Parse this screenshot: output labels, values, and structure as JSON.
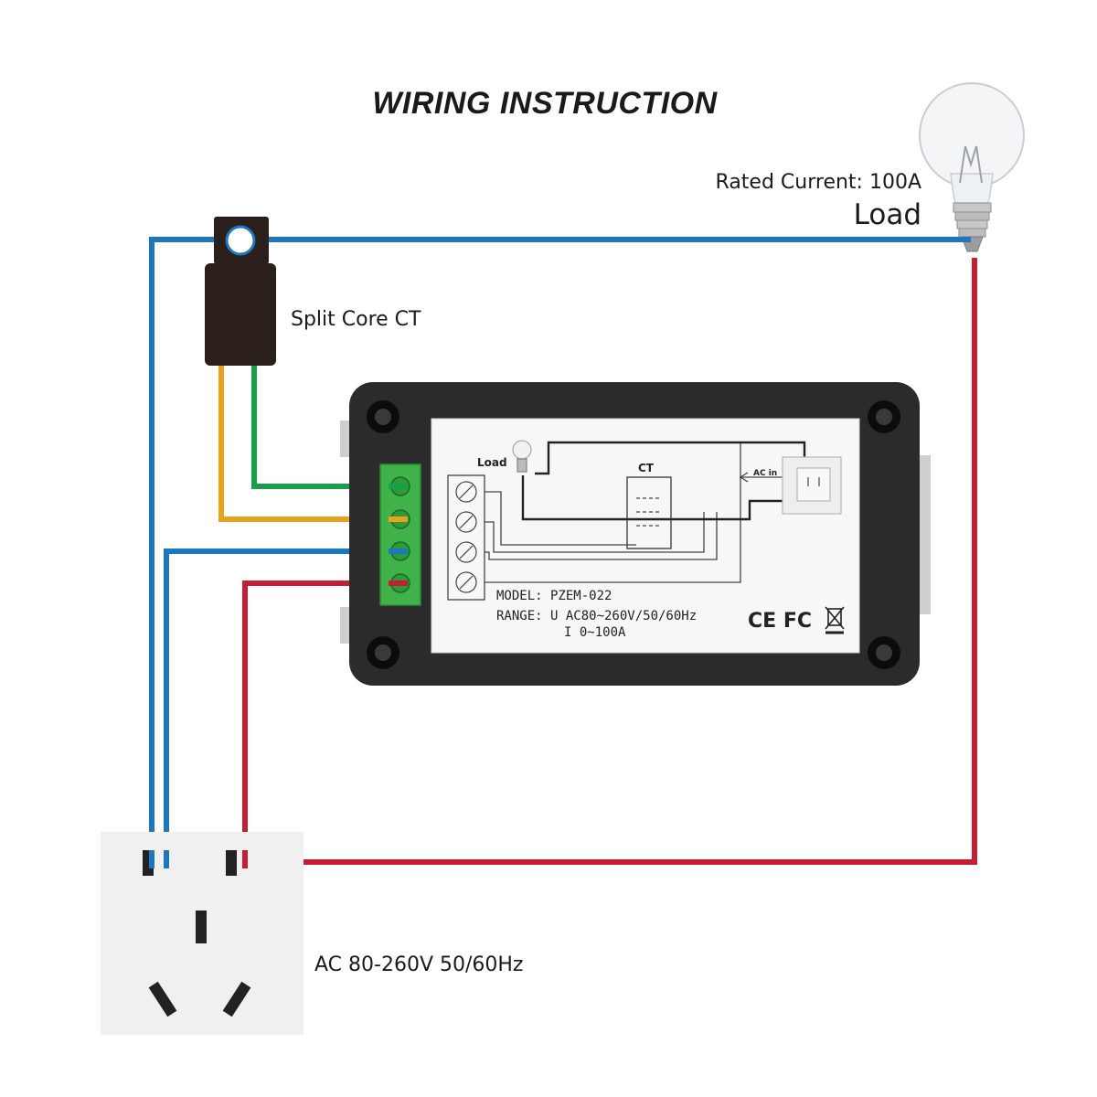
{
  "title": "WIRING INSTRUCTION",
  "load": {
    "rated_current": "Rated Current: 100A",
    "label": "Load"
  },
  "ct": {
    "label": "Split Core CT"
  },
  "outlet": {
    "label": "AC 80-260V 50/60Hz"
  },
  "meter": {
    "panel_load_label": "Load",
    "panel_ct_label": "CT",
    "panel_acin_label": "AC in",
    "model_line": "MODEL: PZEM-022",
    "range_line_u": "RANGE: U AC80~260V/50/60Hz",
    "range_line_i": "I 0~100A",
    "certifications": "CE FC"
  },
  "colors": {
    "neutral_wire": "#1b78c0",
    "live_wire": "#c41e35",
    "ct_wire_green": "#17a04a",
    "ct_wire_orange": "#e8a21c",
    "meter_body": "#2b2b2b",
    "terminal_block": "#3fb34a"
  }
}
